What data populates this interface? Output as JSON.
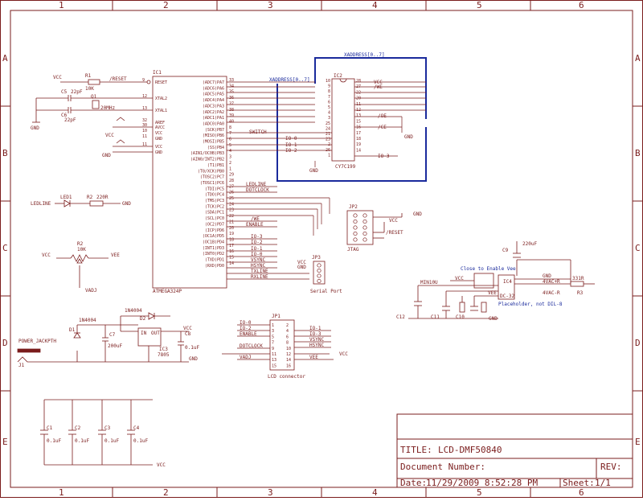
{
  "border": {
    "cols": [
      "1",
      "2",
      "3",
      "4",
      "5",
      "6"
    ],
    "rows": [
      "A",
      "B",
      "C",
      "D",
      "E"
    ]
  },
  "title_block": {
    "title_label": "TITLE:",
    "title": "LCD-DMF50840",
    "docnum_label": "Document Number:",
    "rev_label": "REV:",
    "date_label": "Date:",
    "date": "11/29/2009 8:52:28 PM",
    "sheet_label": "Sheet:",
    "sheet": "1/1"
  },
  "ic1": {
    "name": "IC1",
    "part": "ATMEGA324P",
    "left_pins": [
      "RESET",
      "XTAL2",
      "XTAL1",
      "AREF",
      "AVCC",
      "VCC",
      "GND",
      "VCC",
      "GND"
    ],
    "left_nums": [
      "9",
      "12",
      "13",
      "32",
      "30",
      "10",
      "11",
      "11"
    ],
    "right_pins": [
      "(ADC7)PA7",
      "(ADC6)PA6",
      "(ADC5)PA5",
      "(ADC4)PA4",
      "(ADC3)PA3",
      "(ADC2)PA2",
      "(ADC1)PA1",
      "(ADC0)PA0",
      "(SCK)PB7",
      "(MISO)PB6",
      "(MOSI)PB5",
      "(SS)PB4",
      "(AIN1/OC0B)PB3",
      "(AIN0/INT2)PB2",
      "(T1)PB1",
      "(T0/XCK)PB0",
      "(TOSC2)PC7",
      "(TOSC1)PC6",
      "(TDI)PC5",
      "(TDO)PC4",
      "(TMS)PC3",
      "(TCK)PC2",
      "(SDA)PC1",
      "(SCL)PC0",
      "(OC2)PD7",
      "(ICP)PD6",
      "(OC1A)PD5",
      "(OC1B)PD4",
      "(INT1)PD3",
      "(INT0)PD2",
      "(TXD)PD1",
      "(RXD)PD0"
    ],
    "right_nums": [
      "33",
      "34",
      "35",
      "36",
      "37",
      "38",
      "39",
      "40",
      "8",
      "7",
      "6",
      "5",
      "4",
      "3",
      "2",
      "1",
      "29",
      "28",
      "27",
      "26",
      "25",
      "24",
      "23",
      "22",
      "21",
      "20",
      "19",
      "18",
      "17",
      "16",
      "15",
      "14"
    ]
  },
  "ic2": {
    "name": "IC2",
    "part": "CY7C199",
    "bus_label": "XADDRESS[0..7]",
    "bus_label2": "XADDRESS[0..7]",
    "left_nums": [
      "10",
      "9",
      "8",
      "7",
      "6",
      "5",
      "4",
      "3",
      "25",
      "24",
      "21",
      "23",
      "2",
      "26",
      "1"
    ],
    "right_nums": [
      "28",
      "27",
      "22",
      "20",
      "11",
      "12",
      "13",
      "15",
      "16",
      "17",
      "18",
      "19",
      "14"
    ],
    "right_sigs": [
      "VCC",
      "/WE",
      "/OE",
      "/CE",
      "IO-3"
    ],
    "left_sigs": [
      "IO-0",
      "IO-1",
      "IO-2"
    ]
  },
  "nets": {
    "switch": "SWITCH",
    "ledline": "LEDLINE",
    "dotclock": "DOTCLOCK",
    "we": "/WE",
    "enable": "ENABLE",
    "io3": "IO-3",
    "io2": "IO-2",
    "io1": "IO-1",
    "io0": "IO-0",
    "vsync": "VSYNC",
    "hsync": "HSYNC",
    "txline": "TXLINE",
    "rxline": "RXLINE",
    "reset": "/RESET",
    "vcc": "VCC",
    "gnd": "GND",
    "vee": "VEE",
    "vadj": "VADJ",
    "oe": "/OE",
    "ce": "/CE"
  },
  "parts": {
    "r1": {
      "ref": "R1",
      "value": "10K"
    },
    "c5": {
      "ref": "C5",
      "value": "22pF"
    },
    "c6": {
      "ref": "C6",
      "value": "22pF"
    },
    "q1": {
      "ref": "Q1",
      "value": "20MHz"
    },
    "led1": {
      "ref": "LED1",
      "net": "LEDLINE"
    },
    "r2b": {
      "ref": "R2",
      "value": "220R"
    },
    "r2": {
      "ref": "R2",
      "value": "10K"
    },
    "d1": {
      "ref": "D1",
      "value": "1N4004"
    },
    "d2": {
      "ref": "D2",
      "value": "1N4004"
    },
    "c7": {
      "ref": "C7",
      "value": "200uF"
    },
    "ic3": {
      "ref": "IC3",
      "value": "7805",
      "in": "IN",
      "out": "OUT"
    },
    "c8": {
      "ref": "C8",
      "value": "0.1uF"
    },
    "j1": {
      "ref": "J1",
      "label": "POWER_JACKPTH"
    },
    "jp1": {
      "ref": "JP1",
      "label": "LCD connector"
    },
    "jp2": {
      "ref": "JP2",
      "label": "JTAG"
    },
    "jp3": {
      "ref": "JP3",
      "label": "Serial Port"
    },
    "c1": {
      "ref": "C1",
      "value": "0.1uF"
    },
    "c2": {
      "ref": "C2",
      "value": "0.1uF"
    },
    "c3": {
      "ref": "C3",
      "value": "0.1uF"
    },
    "c4": {
      "ref": "C4",
      "value": "0.1uF"
    },
    "c9": {
      "ref": "C9",
      "value": "220uF"
    },
    "ic4": {
      "ref": "IC4",
      "value": "DC-32"
    },
    "r3": {
      "ref": "R3",
      "value": "331R"
    },
    "c10": {
      "ref": "C10"
    },
    "c11": {
      "ref": "C11"
    },
    "c12": {
      "ref": "C12"
    },
    "note_blue": "Close to Enable Vee",
    "note_placeholder": "Placeholder, not DIL-8",
    "min10u": "MIN10U",
    "vac1": "4VAC+R",
    "vac2": "4VAC-R"
  },
  "jp1_left": [
    "IO-0",
    "IO-2",
    "ENABLE",
    "DOTCLOCK",
    "VADJ"
  ],
  "jp1_right": [
    "IO-1",
    "IO-3",
    "VSYNC",
    "HSYNC",
    "VCC",
    "VEE"
  ],
  "jp1_nums_l": [
    "1",
    "3",
    "5",
    "7",
    "9",
    "11",
    "13",
    "15"
  ],
  "jp1_nums_r": [
    "2",
    "4",
    "6",
    "8",
    "10",
    "12",
    "14",
    "16"
  ]
}
